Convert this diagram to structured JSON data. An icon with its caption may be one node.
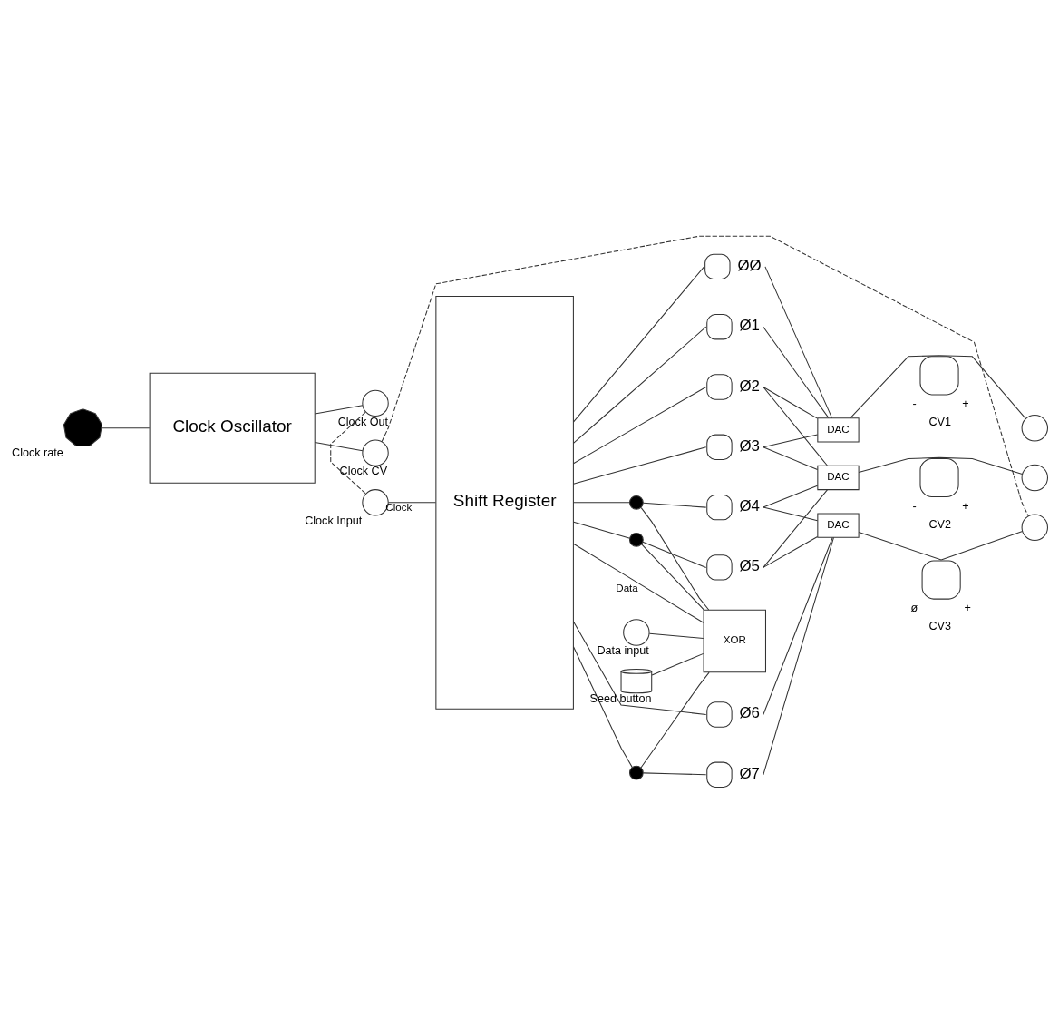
{
  "diagram": {
    "nodes": [
      {
        "text": [
          "Clock rate"
        ]
      },
      {
        "text": [
          "Clock Oscillator"
        ]
      },
      {
        "text": [
          "Clock CV"
        ]
      },
      {
        "text": [
          "Clock Out"
        ]
      },
      {
        "text": [
          "Clock Input"
        ]
      },
      {
        "text": [
          "Shift Register"
        ]
      },
      {
        "text": [
          "ØØ"
        ]
      },
      {
        "text": [
          "Ø1"
        ]
      },
      {
        "text": [
          "Ø2"
        ]
      },
      {
        "text": [
          "Ø3"
        ]
      },
      {
        "text": [
          "Ø4"
        ]
      },
      {
        "text": [
          "Ø5"
        ]
      },
      {
        "text": [
          "Ø6"
        ]
      },
      {
        "text": [
          "Ø7"
        ]
      },
      {
        "text": [
          "DAC"
        ]
      },
      {
        "text": [
          "CV1"
        ],
        "beside": [
          "-",
          "+"
        ]
      },
      {
        "text": [],
        "shape": "circle"
      },
      {
        "text": [
          "DAC"
        ]
      },
      {
        "text": [
          "CV2"
        ],
        "beside": [
          "-",
          "+"
        ]
      },
      {
        "text": [],
        "shape": "circle"
      },
      {
        "text": [
          "DAC"
        ]
      },
      {
        "text": [
          "CV3"
        ],
        "beside": [
          "ø",
          "+"
        ]
      },
      {
        "text": [],
        "shape": "circle"
      },
      {
        "text": [
          "XOR"
        ]
      },
      {
        "text": [
          "Data input"
        ]
      },
      {
        "text": [
          "Seed button"
        ]
      },
      {
        "text": [],
        "shape": "dot"
      },
      {
        "text": [],
        "shape": "dot"
      },
      {
        "text": [],
        "shape": "dot"
      }
    ],
    "edges": [
      {
        "from": 0,
        "to": 1,
        "arrow": "none"
      },
      {
        "from": 1,
        "to": 2,
        "arrow": "none"
      },
      {
        "from": 1,
        "to": 3,
        "arrow": "none"
      },
      {
        "from": 3,
        "to": 4,
        "arrow": "none",
        "style": "dashed"
      },
      {
        "from": 4,
        "to": 5,
        "arrow": "none",
        "label": "Clock"
      },
      {
        "from": 5,
        "to": 6,
        "arrow": "none"
      },
      {
        "from": 5,
        "to": 7,
        "arrow": "none"
      },
      {
        "from": 5,
        "to": 8,
        "arrow": "none"
      },
      {
        "from": 5,
        "to": 9,
        "arrow": "none"
      },
      {
        "from": 5,
        "to": 26,
        "arrow": "none"
      },
      {
        "from": 26,
        "to": 10,
        "arrow": "none"
      },
      {
        "from": 5,
        "to": 27,
        "arrow": "none"
      },
      {
        "from": 27,
        "to": 11,
        "arrow": "none"
      },
      {
        "from": 5,
        "to": 12,
        "arrow": "none"
      },
      {
        "from": 5,
        "to": 28,
        "arrow": "none"
      },
      {
        "from": 28,
        "to": 13,
        "arrow": "none"
      },
      {
        "from": 6,
        "to": 14,
        "arrow": "none"
      },
      {
        "from": 7,
        "to": 14,
        "arrow": "none"
      },
      {
        "from": 8,
        "to": 14,
        "arrow": "none"
      },
      {
        "from": 9,
        "to": 14,
        "arrow": "none"
      },
      {
        "from": 8,
        "to": 17,
        "arrow": "none"
      },
      {
        "from": 9,
        "to": 17,
        "arrow": "none"
      },
      {
        "from": 10,
        "to": 17,
        "arrow": "none"
      },
      {
        "from": 11,
        "to": 17,
        "arrow": "none"
      },
      {
        "from": 10,
        "to": 20,
        "arrow": "none"
      },
      {
        "from": 11,
        "to": 20,
        "arrow": "none"
      },
      {
        "from": 12,
        "to": 20,
        "arrow": "none"
      },
      {
        "from": 13,
        "to": 20,
        "arrow": "none"
      },
      {
        "from": 14,
        "to": 15,
        "arrow": "none"
      },
      {
        "from": 15,
        "to": 16,
        "arrow": "none"
      },
      {
        "from": 17,
        "to": 18,
        "arrow": "none"
      },
      {
        "from": 18,
        "to": 19,
        "arrow": "none"
      },
      {
        "from": 20,
        "to": 21,
        "arrow": "none"
      },
      {
        "from": 21,
        "to": 22,
        "arrow": "none"
      },
      {
        "from": 2,
        "to": 22,
        "arrow": "none",
        "style": "dashed"
      },
      {
        "from": 27,
        "to": 23,
        "arrow": "none"
      },
      {
        "from": 26,
        "to": 23,
        "arrow": "none"
      },
      {
        "from": 28,
        "to": 23,
        "arrow": "none"
      },
      {
        "from": 23,
        "to": 5,
        "arrow": "none",
        "label": "Data"
      },
      {
        "from": 24,
        "to": 23,
        "arrow": "none"
      },
      {
        "from": 25,
        "to": 23,
        "arrow": "none"
      }
    ]
  }
}
